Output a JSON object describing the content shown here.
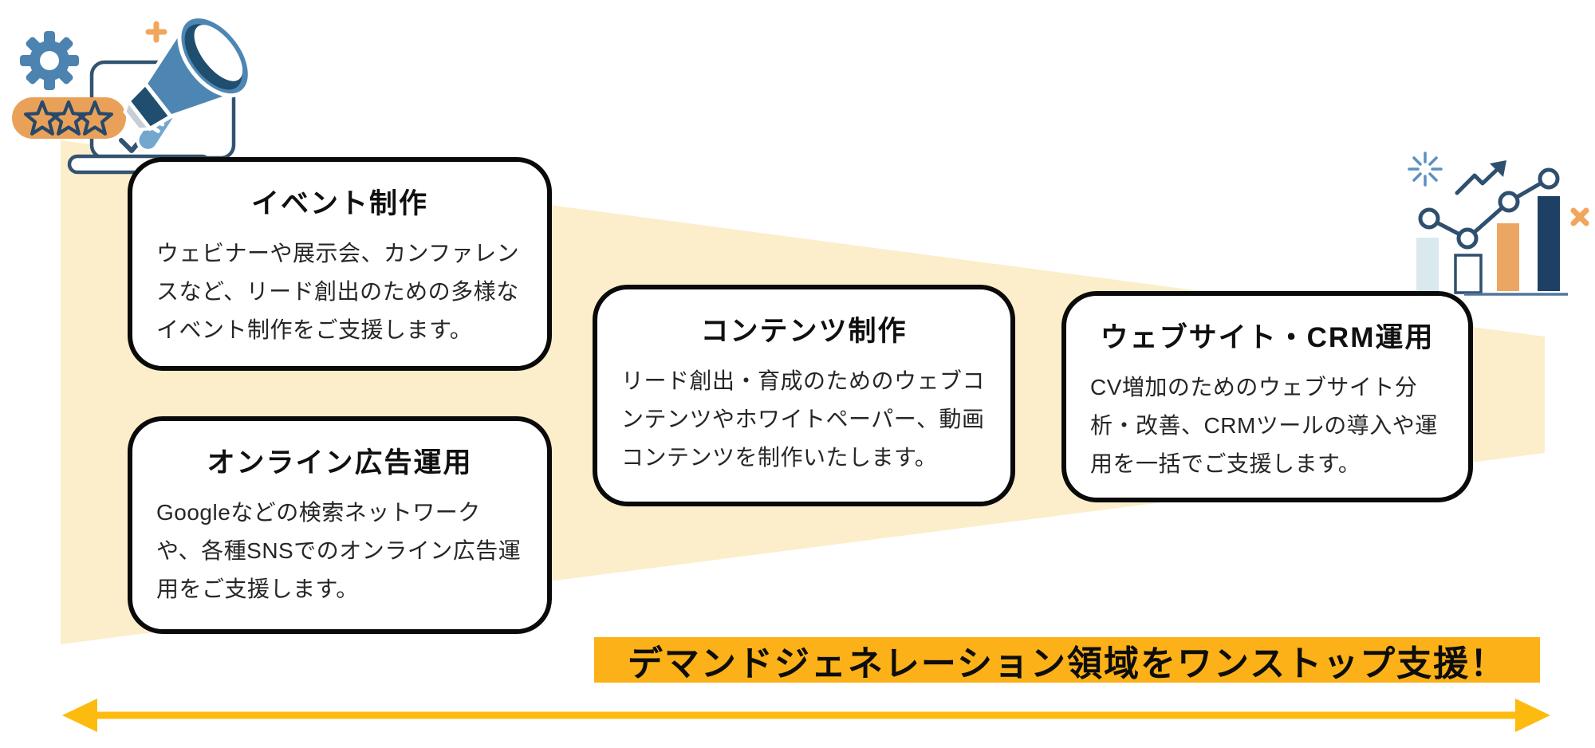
{
  "cards": [
    {
      "title": "イベント制作",
      "body": "ウェビナーや展示会、カンファレンスなど、リード創出のための多様なイベント制作をご支援します。"
    },
    {
      "title": "オンライン広告運用",
      "body": "Googleなどの検索ネットワークや、各種SNSでのオンライン広告運用をご支援します。"
    },
    {
      "title": "コンテンツ制作",
      "body": "リード創出・育成のためのウェブコンテンツやホワイトペーパー、動画コンテンツを制作いたします。"
    },
    {
      "title": "ウェブサイト・CRM運用",
      "body": "CV増加のためのウェブサイト分析・改善、CRMツールの導入や運用を一括でご支援します。"
    }
  ],
  "banner": {
    "label": "デマンドジェネレーション領域をワンストップ支援！"
  },
  "illustrations": {
    "top_left": [
      "gear-icon",
      "plus-icon",
      "three-star-rating-pill",
      "laptop-icon",
      "checkmark-icon",
      "megaphone-icon"
    ],
    "top_right": [
      "sparkle-icon",
      "trend-arrow-icon",
      "line-chart-icon",
      "bar-chart-icon",
      "x-mark-icon"
    ]
  },
  "colors": {
    "funnel_cream": "#FCEECB",
    "banner_gold": "#FBB117",
    "arrow_gold": "#FEBB0F",
    "card_border": "#0A0A0A",
    "body_text": "#262626",
    "navy": "#2F4F6E",
    "dark_navy": "#1F4E6E",
    "bar_navy": "#1F4065",
    "blue": "#4E86B3",
    "light_blue": "#74A7CE",
    "pale_blue": "#D9E9EE",
    "orange_pill": "#E9A159",
    "orange_accent": "#F1A65D",
    "orange_bar": "#ECA663"
  }
}
